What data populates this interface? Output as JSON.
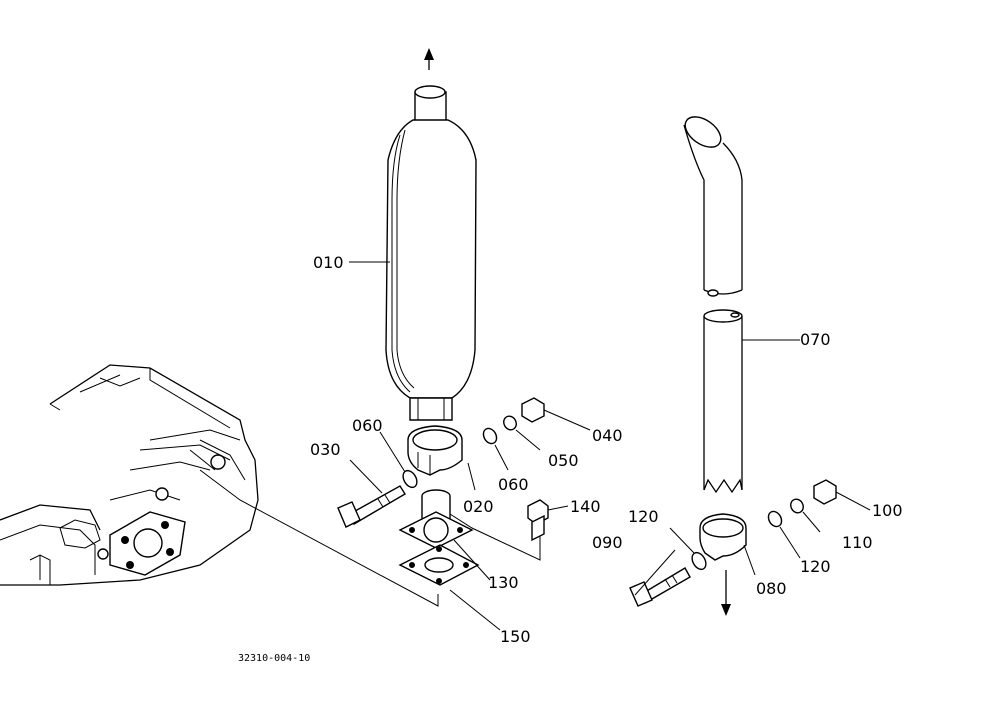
{
  "callouts": [
    {
      "id": "c010",
      "text": "010"
    },
    {
      "id": "c020",
      "text": "020"
    },
    {
      "id": "c030",
      "text": "030"
    },
    {
      "id": "c040",
      "text": "040"
    },
    {
      "id": "c050",
      "text": "050"
    },
    {
      "id": "c060a",
      "text": "060"
    },
    {
      "id": "c060b",
      "text": "060"
    },
    {
      "id": "c070",
      "text": "070"
    },
    {
      "id": "c080",
      "text": "080"
    },
    {
      "id": "c090",
      "text": "090"
    },
    {
      "id": "c100",
      "text": "100"
    },
    {
      "id": "c110",
      "text": "110"
    },
    {
      "id": "c120a",
      "text": "120"
    },
    {
      "id": "c120b",
      "text": "120"
    },
    {
      "id": "c130",
      "text": "130"
    },
    {
      "id": "c140",
      "text": "140"
    },
    {
      "id": "c150",
      "text": "150"
    }
  ],
  "drawing_code": "32310-004-10"
}
